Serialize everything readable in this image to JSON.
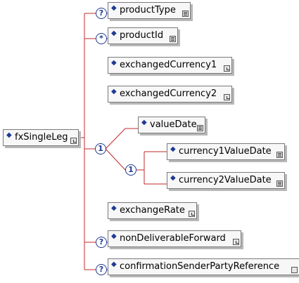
{
  "root": {
    "label": "fxSingleLeg",
    "icon": "simple-content-icon"
  },
  "elements": [
    {
      "id": "productType",
      "label": "productType",
      "icon": "complex-type-icon",
      "cardinality": "?"
    },
    {
      "id": "productId",
      "label": "productId",
      "icon": "complex-type-icon",
      "cardinality": "*"
    },
    {
      "id": "exchangedCurrency1",
      "label": "exchangedCurrency1",
      "icon": "simple-content-icon",
      "cardinality": ""
    },
    {
      "id": "exchangedCurrency2",
      "label": "exchangedCurrency2",
      "icon": "simple-content-icon",
      "cardinality": ""
    },
    {
      "id": "valueDate",
      "label": "valueDate",
      "icon": "complex-type-icon",
      "cardinality": ""
    },
    {
      "id": "currency1ValueDate",
      "label": "currency1ValueDate",
      "icon": "complex-type-icon",
      "cardinality": ""
    },
    {
      "id": "currency2ValueDate",
      "label": "currency2ValueDate",
      "icon": "complex-type-icon",
      "cardinality": ""
    },
    {
      "id": "exchangeRate",
      "label": "exchangeRate",
      "icon": "simple-content-icon",
      "cardinality": ""
    },
    {
      "id": "nonDeliverableForward",
      "label": "nonDeliverableForward",
      "icon": "simple-content-icon",
      "cardinality": "?"
    },
    {
      "id": "confirmationSenderPartyReference",
      "label": "confirmationSenderPartyReference",
      "icon": "empty-box-icon",
      "cardinality": "?"
    }
  ],
  "choices": [
    {
      "id": "choice-outer",
      "label": "1"
    },
    {
      "id": "choice-inner",
      "label": "1"
    }
  ],
  "colors": {
    "connector": "#c0282d",
    "marker": "#1f3a93"
  }
}
